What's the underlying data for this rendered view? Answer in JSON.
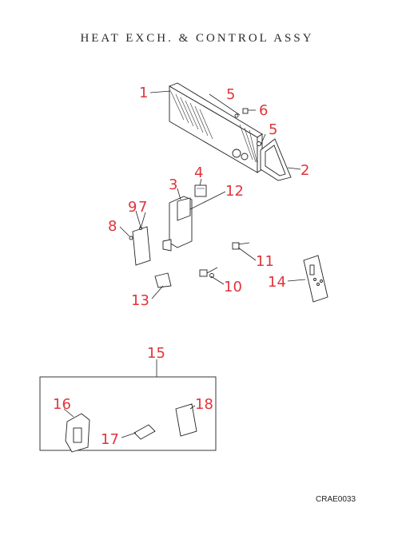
{
  "diagram": {
    "title": "HEAT  EXCH.  &  CONTROL ASSY",
    "drawing_code": "CRAE0033",
    "callouts": {
      "c1": "1",
      "c2": "2",
      "c3": "3",
      "c4": "4",
      "c5a": "5",
      "c5b": "5",
      "c6": "6",
      "c7": "7",
      "c8": "8",
      "c9": "9",
      "c10": "10",
      "c11": "11",
      "c12": "12",
      "c13": "13",
      "c14": "14",
      "c15": "15",
      "c16": "16",
      "c17": "17",
      "c18": "18"
    }
  },
  "colors": {
    "callout": "#e0343c",
    "line": "#222222",
    "background": "#ffffff"
  }
}
